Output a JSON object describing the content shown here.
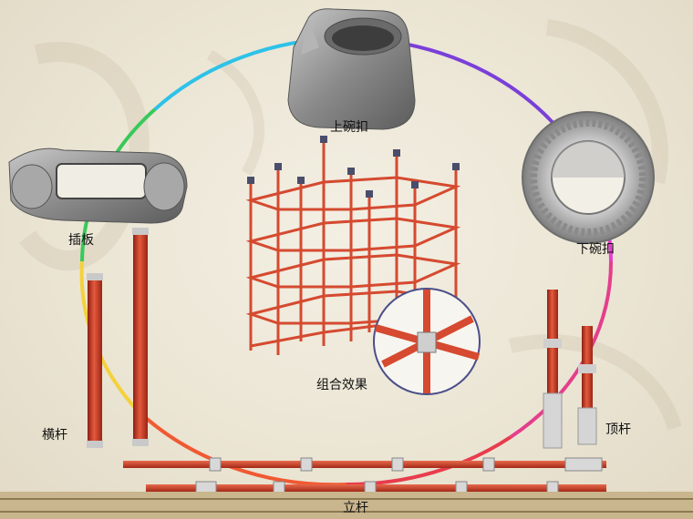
{
  "labels": {
    "upper_cup": "上碗扣",
    "lower_cup": "下碗扣",
    "plug_plate": "插板",
    "combined_effect": "组合效果",
    "crossbar": "横杆",
    "top_pole": "顶杆",
    "upright_pole": "立杆"
  },
  "colors": {
    "pipe_red": "#d2452d",
    "metal": "#9a9a9a",
    "background": "#efe9da"
  },
  "icons": [
    "upper-cup-icon",
    "lower-cup-icon",
    "plug-plate-icon",
    "scaffold-assembly",
    "crossbar-pipe",
    "top-pole",
    "upright-pole"
  ]
}
